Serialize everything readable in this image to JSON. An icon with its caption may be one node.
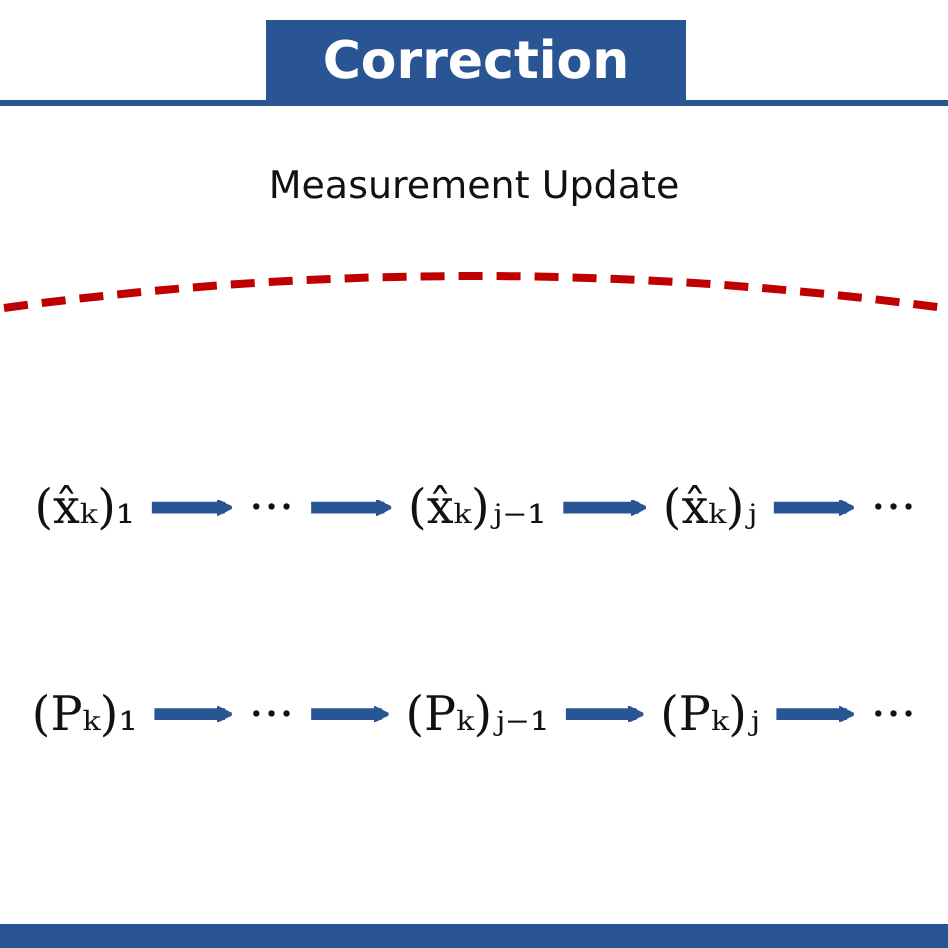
{
  "diagram": {
    "title": "Correction",
    "nodes": [
      {
        "text": [
          "(x̂ₖ)₁"
        ]
      },
      {
        "text": [
          "···"
        ]
      },
      {
        "text": [
          "(x̂ₖ)ⱼ₋₁"
        ]
      },
      {
        "text": [
          "(x̂ₖ)ⱼ"
        ]
      },
      {
        "text": [
          "···"
        ]
      },
      {
        "text": [
          "(Pₖ)₁"
        ]
      },
      {
        "text": [
          "···"
        ]
      },
      {
        "text": [
          "(Pₖ)ⱼ₋₁"
        ]
      },
      {
        "text": [
          "(Pₖ)ⱼ"
        ]
      },
      {
        "text": [
          "···"
        ]
      }
    ],
    "edges": [
      {
        "from": 0,
        "to": 1,
        "arrow": "to"
      },
      {
        "from": 1,
        "to": 2,
        "arrow": "to"
      },
      {
        "from": 2,
        "to": 3,
        "arrow": "to"
      },
      {
        "from": 3,
        "to": 4,
        "arrow": "to"
      },
      {
        "from": 5,
        "to": 6,
        "arrow": "to"
      },
      {
        "from": 6,
        "to": 7,
        "arrow": "to"
      },
      {
        "from": 7,
        "to": 8,
        "arrow": "to"
      },
      {
        "from": 8,
        "to": 9,
        "arrow": "to"
      }
    ],
    "labels": [
      "Measurement Update"
    ]
  }
}
